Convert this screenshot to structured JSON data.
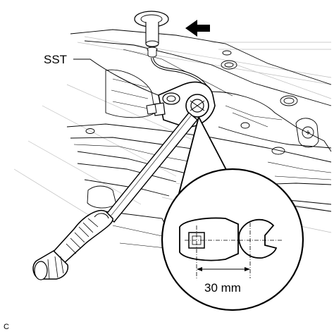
{
  "labels": {
    "tool_label": "SST",
    "dimension": "30 mm",
    "corner_code": "C"
  }
}
